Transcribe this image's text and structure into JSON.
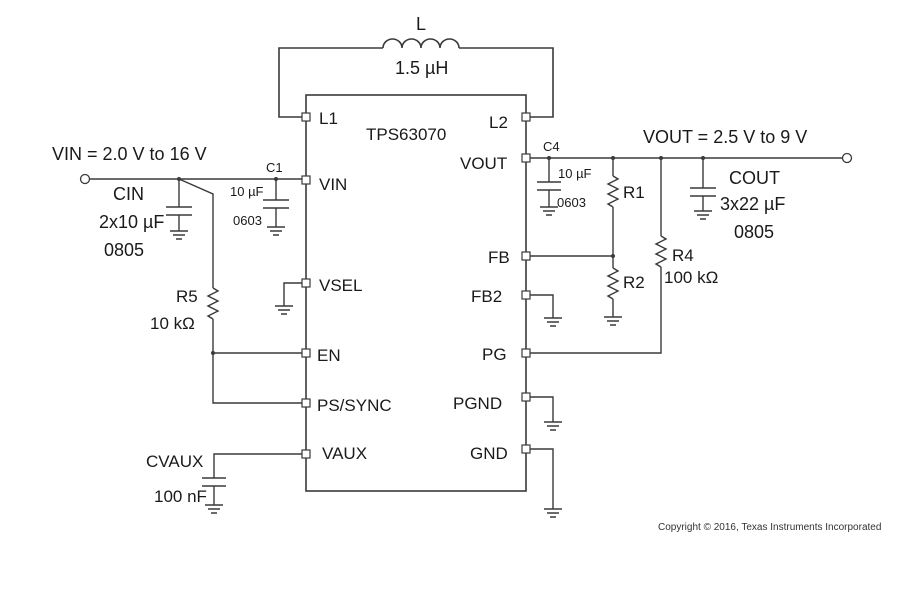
{
  "inductor": {
    "ref": "L",
    "value": "1.5 µH"
  },
  "ic": {
    "name": "TPS63070",
    "pins_left": {
      "l1": "L1",
      "vin": "VIN",
      "vsel": "VSEL",
      "en": "EN",
      "ps_sync": "PS/SYNC",
      "vaux": "VAUX"
    },
    "pins_right": {
      "l2": "L2",
      "vout": "VOUT",
      "fb": "FB",
      "fb2": "FB2",
      "pg": "PG",
      "pgnd": "PGND",
      "gnd": "GND"
    }
  },
  "vin": {
    "label": "VIN = 2.0 V to 16 V"
  },
  "vout": {
    "label": "VOUT = 2.5 V to 9 V"
  },
  "cin": {
    "ref": "CIN",
    "value": "2x10 µF",
    "package": "0805"
  },
  "c1": {
    "ref": "C1",
    "value": "10 µF",
    "package": "0603"
  },
  "c4": {
    "ref": "C4",
    "value": "10 µF",
    "package": "0603"
  },
  "cout": {
    "ref": "COUT",
    "value": "3x22 µF",
    "package": "0805"
  },
  "r1": {
    "ref": "R1"
  },
  "r2": {
    "ref": "R2"
  },
  "r4": {
    "ref": "R4",
    "value": "100 kΩ"
  },
  "r5": {
    "ref": "R5",
    "value": "10 kΩ"
  },
  "cvaux": {
    "ref": "CVAUX",
    "value": "100 nF"
  },
  "copyright": "Copyright © 2016, Texas Instruments Incorporated"
}
